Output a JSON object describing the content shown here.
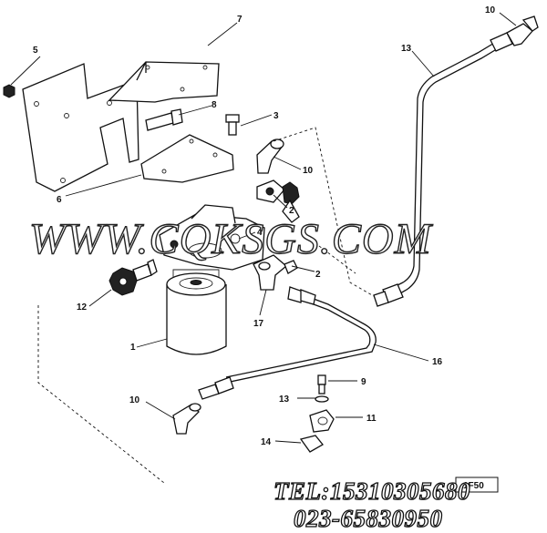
{
  "callouts": {
    "c1": "1",
    "c2a": "2",
    "c2b": "2",
    "c3": "3",
    "c4": "4",
    "c5": "5",
    "c6": "6",
    "c7": "7",
    "c8": "8",
    "c9": "9",
    "c10a": "10",
    "c10b": "10",
    "c10c": "10",
    "c11": "11",
    "c12": "12",
    "c13a": "13",
    "c13b": "13",
    "c14": "14",
    "c16": "16",
    "c17": "17"
  },
  "watermark": "WWW.CQKSGS.COM",
  "contact": {
    "tel": "TEL:15310305680",
    "phone2": "023-65830950"
  },
  "stamp_code": "1F50"
}
